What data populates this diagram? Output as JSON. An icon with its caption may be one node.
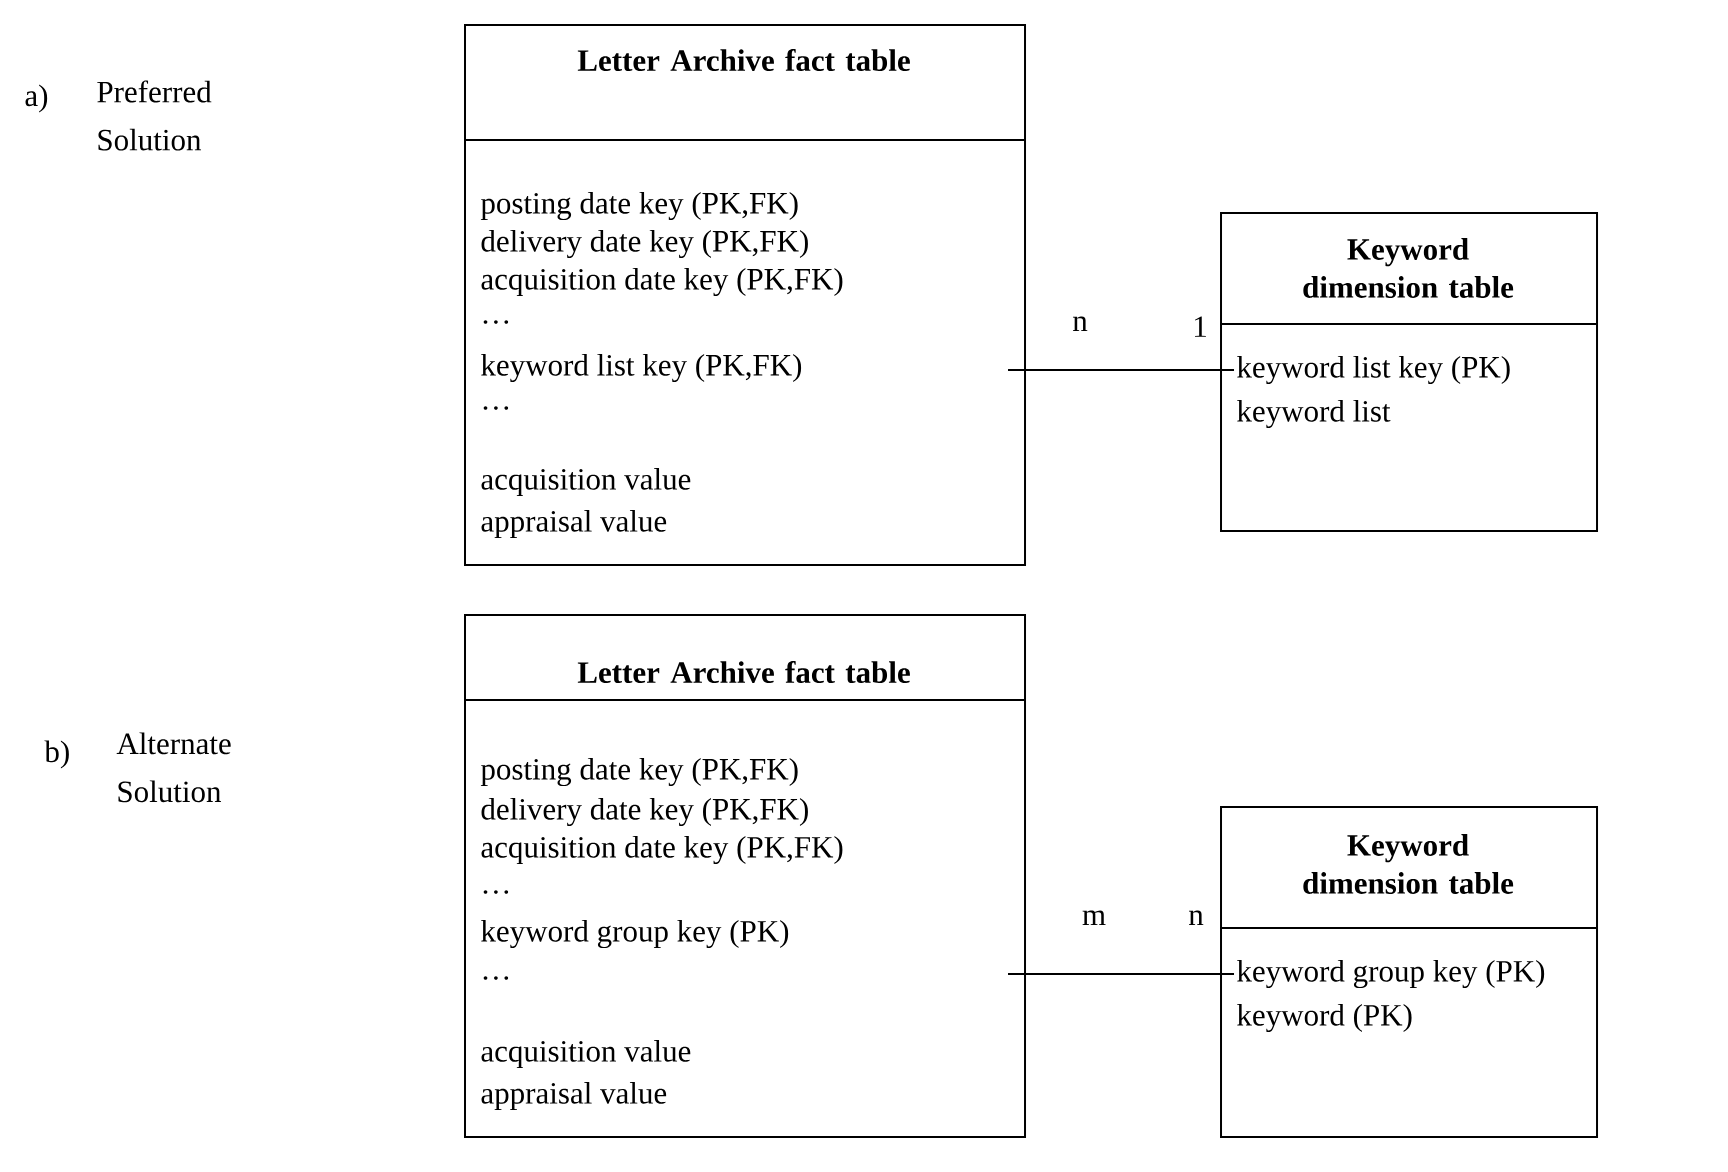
{
  "diagram": {
    "nodes": [
      {
        "text": [
          "Letter Archive fact table",
          "posting date key (PK,FK)",
          "delivery date key (PK,FK)",
          "acquisition date key (PK,FK)",
          "…",
          "keyword list key (PK,FK)",
          "…",
          "acquisition value",
          "appraisal value"
        ]
      },
      {
        "text": [
          "Keyword dimension table",
          "keyword list key (PK)",
          "keyword list"
        ]
      },
      {
        "text": [
          "Letter Archive fact table",
          "posting date key (PK,FK)",
          "delivery date key (PK,FK)",
          "acquisition date key (PK,FK)",
          "…",
          "keyword group key (PK)",
          "…",
          "acquisition value",
          "appraisal value"
        ]
      },
      {
        "text": [
          "Keyword dimension table",
          "keyword group key (PK)",
          "keyword (PK)"
        ]
      }
    ],
    "edges": [
      {
        "from": 0,
        "to": 1,
        "arrow": "none"
      },
      {
        "from": 2,
        "to": 3,
        "arrow": "none"
      }
    ],
    "labels": [
      "a)",
      "Preferred Solution",
      "n",
      "1",
      "b)",
      "Alternate Solution",
      "m",
      "n"
    ]
  }
}
